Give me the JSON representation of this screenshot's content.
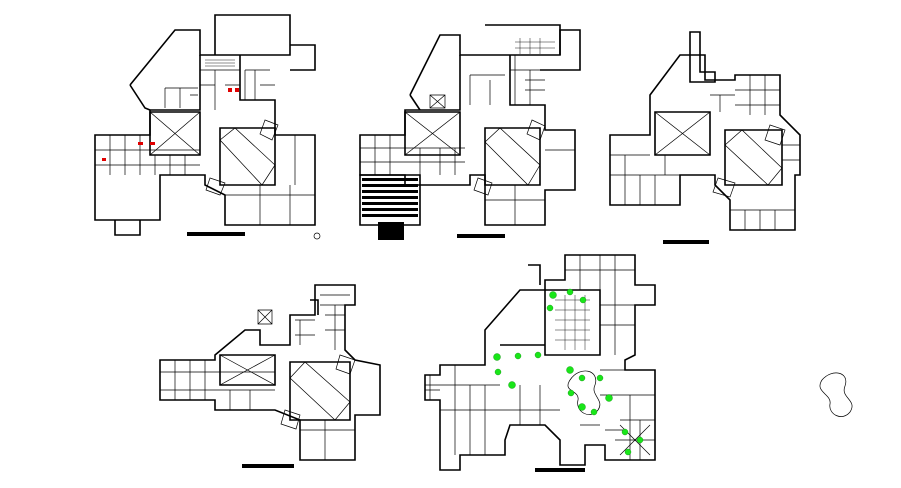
{
  "drawing": {
    "plans": [
      {
        "id": "plan-1"
      },
      {
        "id": "plan-2"
      },
      {
        "id": "plan-3"
      },
      {
        "id": "plan-4"
      },
      {
        "id": "plan-5"
      }
    ]
  },
  "colors": {
    "line": "#000000",
    "background": "#ffffff",
    "landscape_trees": "#19e619",
    "fixtures_highlight": "#e00000"
  }
}
